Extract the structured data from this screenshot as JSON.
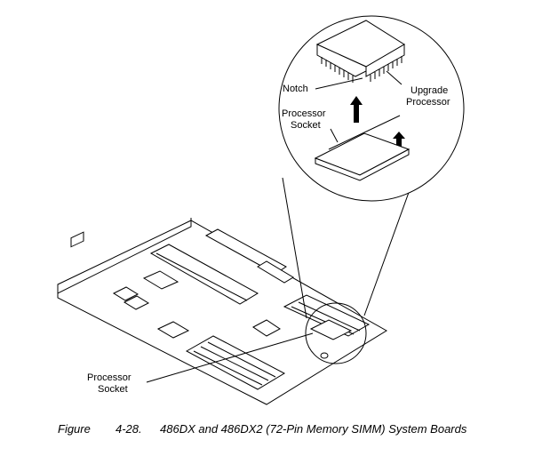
{
  "figure": {
    "caption_prefix": "Figure",
    "caption_number": "4-28.",
    "caption_text": "486DX and 486DX2 (72-Pin Memory SIMM) System Boards"
  },
  "callouts": {
    "notch": "Notch",
    "upgrade_processor_line1": "Upgrade",
    "upgrade_processor_line2": "Processor",
    "inset_socket_line1": "Processor",
    "inset_socket_line2": "Socket",
    "board_socket_line1": "Processor",
    "board_socket_line2": "Socket"
  }
}
